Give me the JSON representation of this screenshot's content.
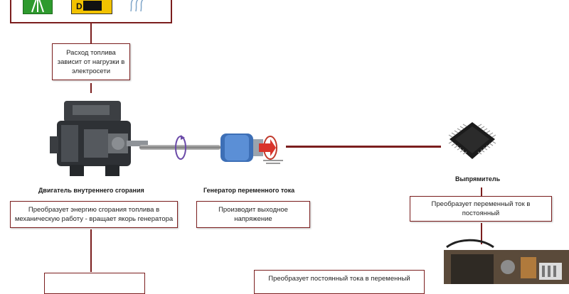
{
  "boxes": {
    "fuel": "Расход топлива зависит от нагрузки в электросети",
    "engine_desc": "Преобразует энергию сгорания топлива в механическую работу - вращает якорь генератора",
    "generator_desc": "Производит выходное напряжение",
    "rectifier_desc": "Преобразует переменный ток в постоянный",
    "inverter_desc": "Преобразует постоянный тока в переменный"
  },
  "labels": {
    "engine": "Двигатель внутреннего сгорания",
    "generator": "Генератор переменного тока",
    "rectifier": "Выпрямитель"
  },
  "colors": {
    "wire": "#7b1e1e",
    "icon_green": "#2e9a2e",
    "icon_yellow": "#f2c200",
    "generator_blue": "#3d6fb6"
  }
}
